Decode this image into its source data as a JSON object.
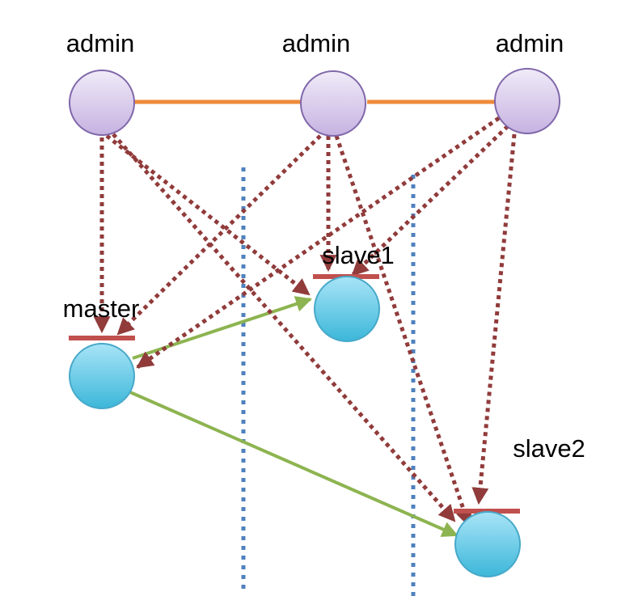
{
  "labels": {
    "admin_left": "admin",
    "admin_middle": "admin",
    "admin_right": "admin",
    "master": "master",
    "slave1": "slave1",
    "slave2": "slave2"
  },
  "colors": {
    "admin_fill_top": "#f0ebf8",
    "admin_fill_bottom": "#c6b2e1",
    "admin_stroke": "#8068aa",
    "db_fill_top": "#a8e4f7",
    "db_fill_bottom": "#3cb7d9",
    "db_stroke": "#47a9c9",
    "admin_link": "#ef8b3a",
    "control_arrow": "#913b3b",
    "replication_arrow": "#8db450",
    "boundary": "#4f81bd",
    "lock_bar": "#c0504d"
  }
}
